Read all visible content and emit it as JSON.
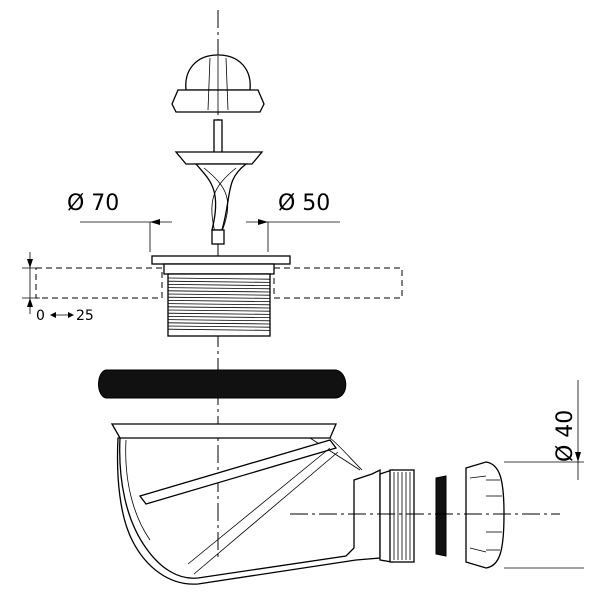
{
  "dimensions": {
    "d70": "Ø 70",
    "d50": "Ø 50",
    "d40": "Ø 40",
    "range_min": "0",
    "range_max": "25"
  },
  "colors": {
    "line": "#000000",
    "gasket": "#111111",
    "background": "#ffffff"
  }
}
